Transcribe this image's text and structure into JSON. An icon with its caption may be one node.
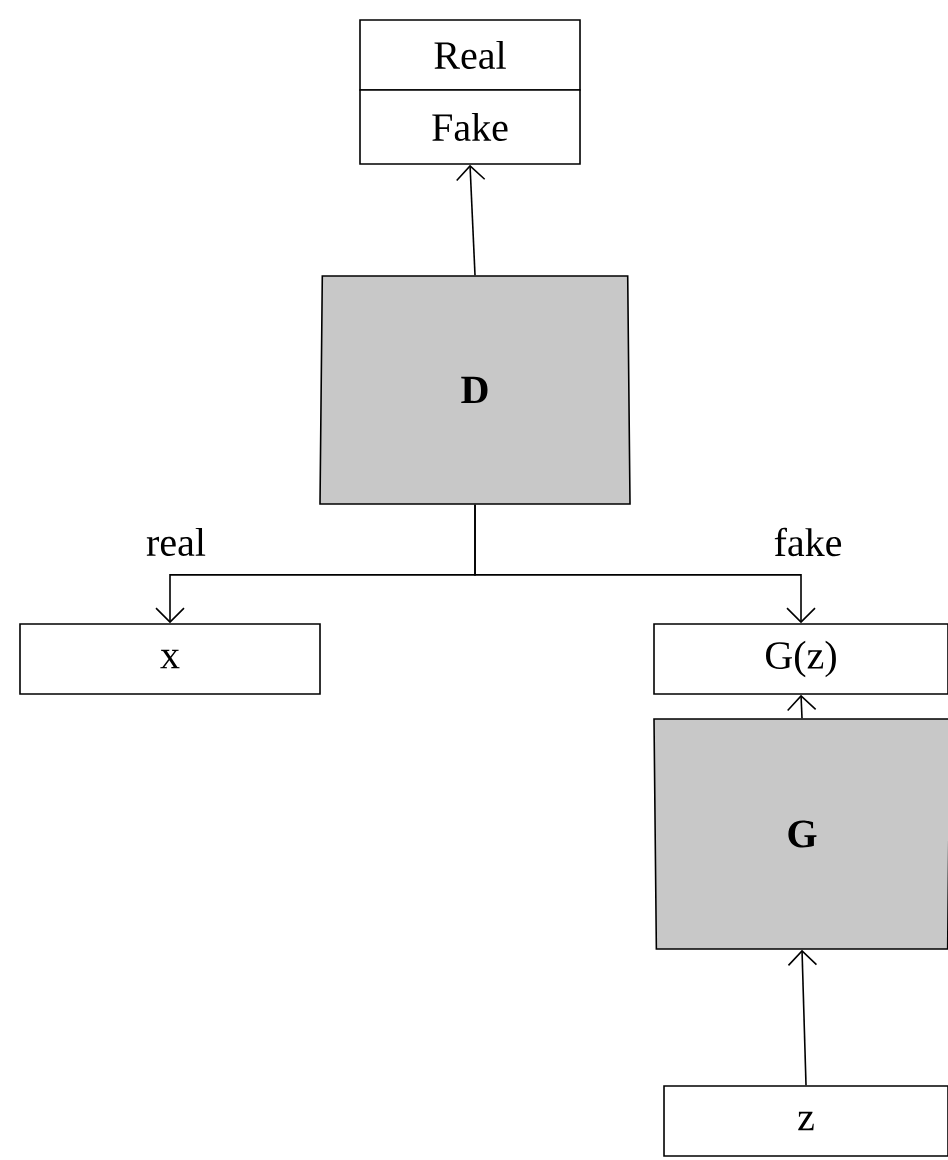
{
  "diagram": {
    "nodes": [
      {
        "text": [
          "Real"
        ]
      },
      {
        "text": [
          "Fake"
        ]
      },
      {
        "text": [
          "D"
        ]
      },
      {
        "text": [
          "x"
        ]
      },
      {
        "text": [
          "G(z)"
        ]
      },
      {
        "text": [
          "G"
        ]
      },
      {
        "text": [
          "z"
        ]
      }
    ],
    "edges": [
      {
        "from": 2,
        "to": 1,
        "arrow": "to"
      },
      {
        "from": 2,
        "to": 3,
        "arrow": "to",
        "label": "real"
      },
      {
        "from": 2,
        "to": 4,
        "arrow": "to",
        "label": "fake"
      },
      {
        "from": 5,
        "to": 4,
        "arrow": "to"
      },
      {
        "from": 6,
        "to": 5,
        "arrow": "to"
      }
    ]
  }
}
